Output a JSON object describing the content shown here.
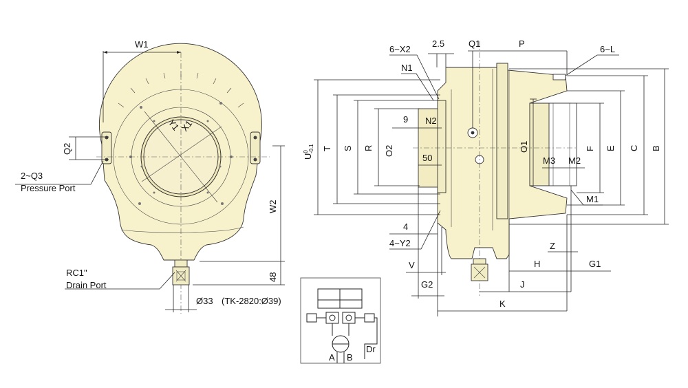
{
  "front_view": {
    "w1": "W1",
    "q2": "Q2",
    "y1": "Y1",
    "x1": "X1",
    "w2": "W2",
    "dim_48": "48",
    "pressure_port_count": "2~Q3",
    "pressure_port_name": "Pressure Port",
    "drain_port_size": "RC1\"",
    "drain_port_name": "Drain Port",
    "drain_diameter": "Ø33",
    "drain_diameter_note": "(TK-2820:Ø39)"
  },
  "side_view": {
    "x2": "6~X2",
    "dim_2_5": "2.5",
    "q1": "Q1",
    "p": "P",
    "l": "6~L",
    "n1": "N1",
    "n2": "N2",
    "dim_9": "9",
    "dim_50": "50",
    "u_base": "U",
    "u_sup": "0",
    "u_sub": "-0.1",
    "t": "T",
    "s": "S",
    "r": "R",
    "o2": "O2",
    "o1": "O1",
    "m3": "M3",
    "m2": "M2",
    "f": "F",
    "e": "E",
    "c": "C",
    "b": "B",
    "m1": "M1",
    "dim_4": "4",
    "y2": "4~Y2",
    "z": "Z",
    "v": "V",
    "h": "H",
    "g1": "G1",
    "g2": "G2",
    "j": "J",
    "k": "K"
  },
  "schematic": {
    "a": "A",
    "b": "B",
    "dr": "Dr"
  }
}
